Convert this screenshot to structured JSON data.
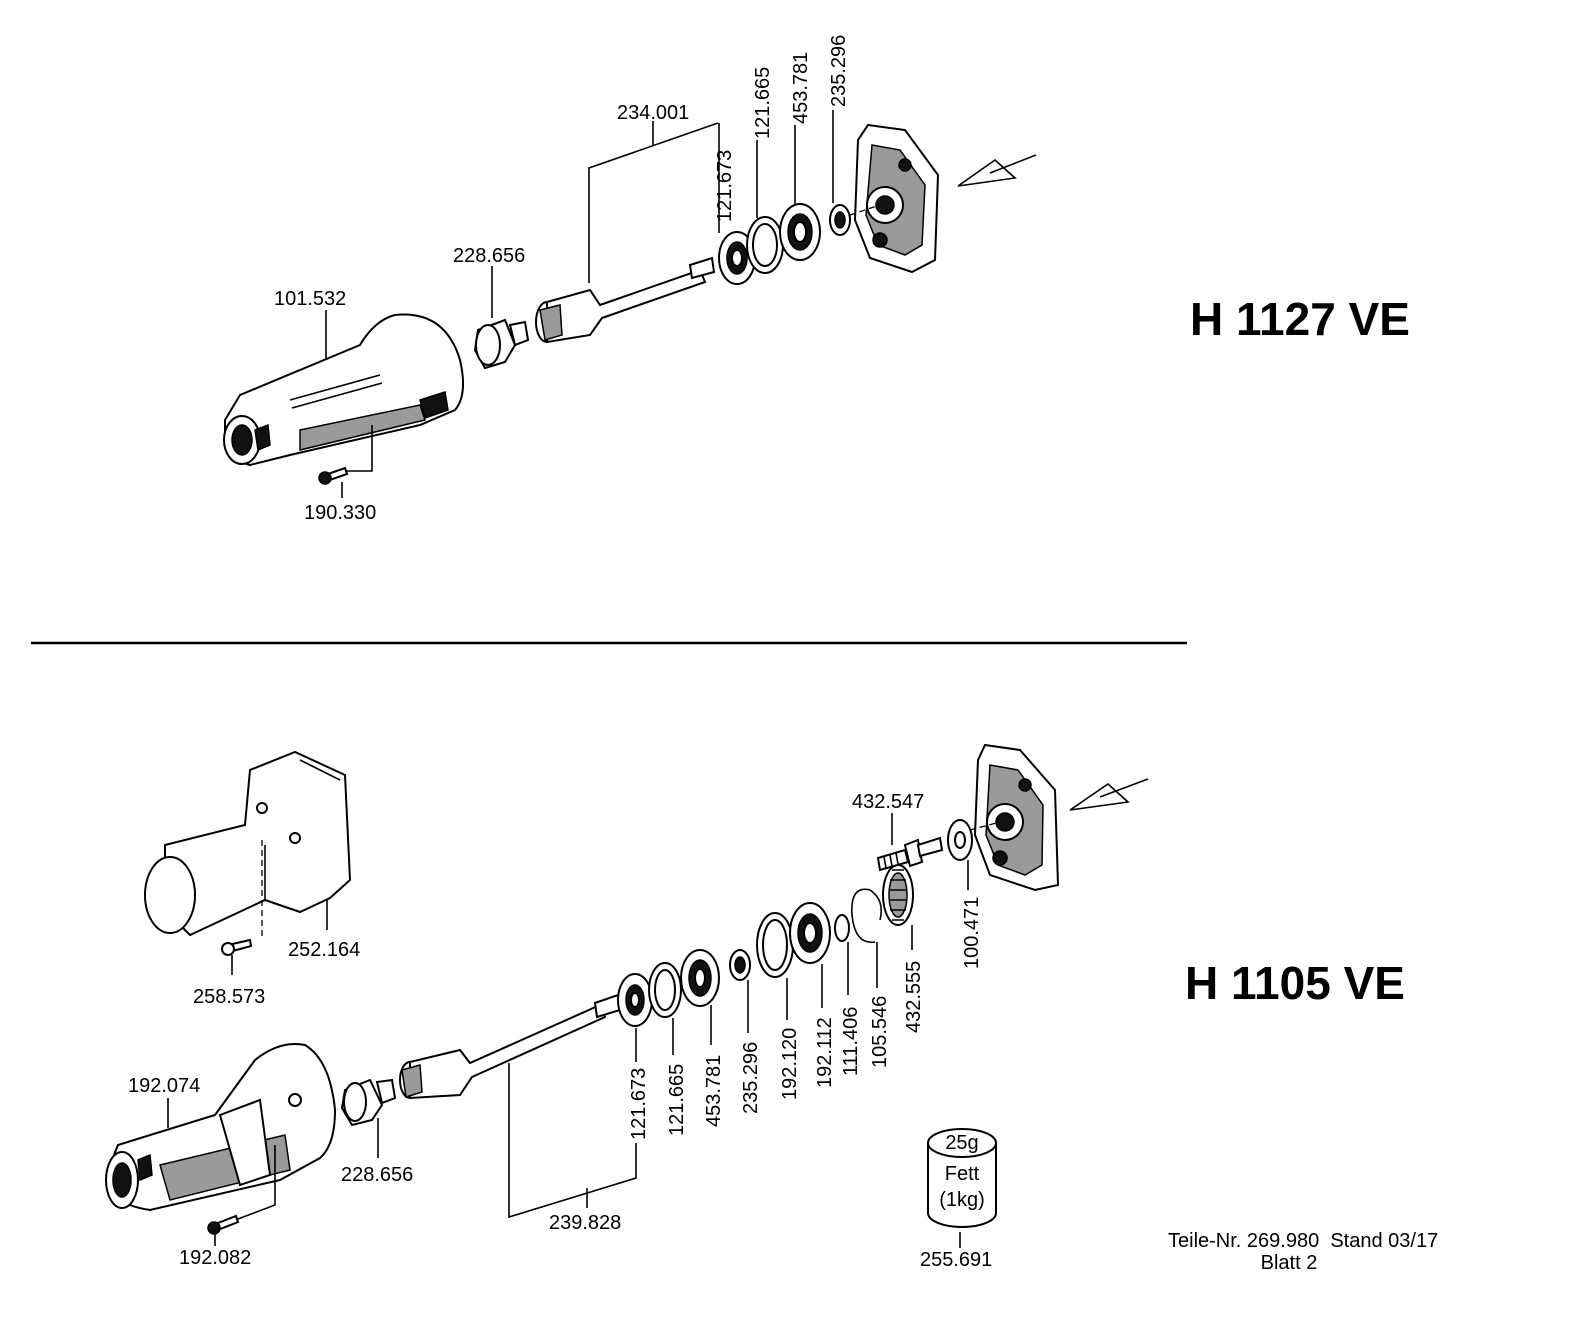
{
  "sections": [
    {
      "title": "H 1127 VE",
      "labels": [
        "234.001",
        "121.665",
        "453.781",
        "235.296",
        "121.673",
        "228.656",
        "101.532",
        "190.330"
      ]
    },
    {
      "title": "H 1105 VE",
      "labels": [
        "432.547",
        "252.164",
        "258.573",
        "192.074",
        "228.656",
        "192.082",
        "239.828",
        "121.673",
        "121.665",
        "453.781",
        "235.296",
        "192.120",
        "192.112",
        "111.406",
        "105.546",
        "432.555",
        "100.471",
        "255.691"
      ]
    }
  ],
  "grease_can": {
    "line1": "25g",
    "line2": "Fett",
    "line3": "(1kg)"
  },
  "footer": {
    "line1": "Teile-Nr. 269.980  Stand 03/17",
    "line2": "Blatt 2"
  }
}
